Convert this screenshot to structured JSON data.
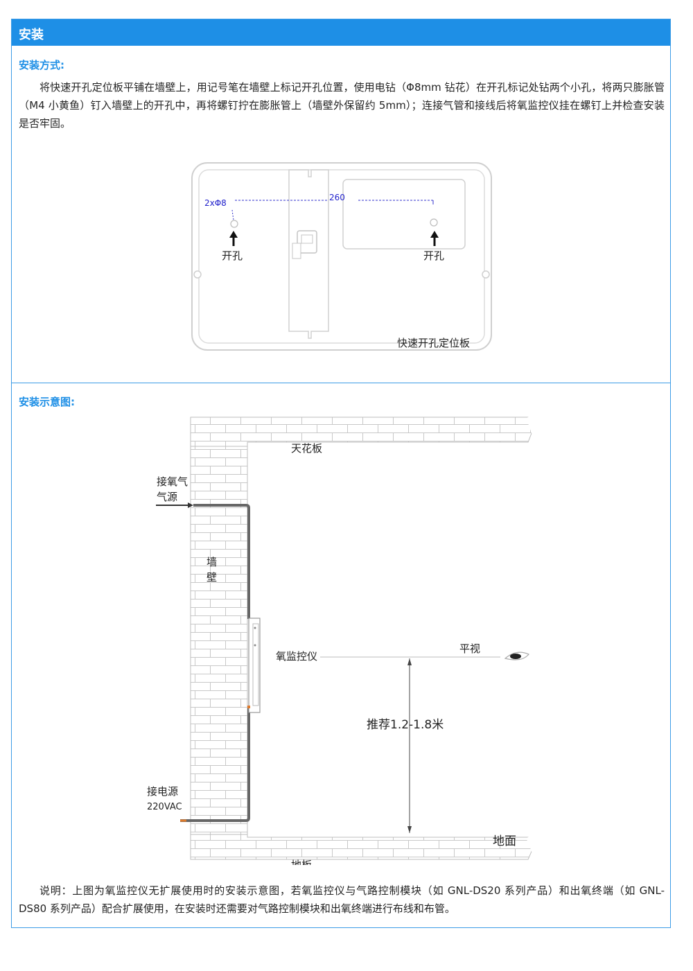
{
  "header": {
    "title": "安装"
  },
  "method": {
    "heading": "安装方式:",
    "text": "将快速开孔定位板平铺在墙壁上，用记号笔在墙壁上标记开孔位置，使用电钻（Φ8mm 钻花）在开孔标记处钻两个小孔，将两只膨胀管（M4 小黄鱼）钉入墙壁上的开孔中，再将螺钉拧在膨胀管上（墙壁外保留约 5mm）；连接气管和接线后将氧监控仪挂在螺钉上并检查安装是否牢固。"
  },
  "template": {
    "hole_spec": "2xΦ8",
    "spacing": "260",
    "hole_left_label": "开孔",
    "hole_right_label": "开孔",
    "board_label": "快速开孔定位板"
  },
  "diagram": {
    "heading": "安装示意图:",
    "ceiling": "天花板",
    "gas_source_line1": "接氧气",
    "gas_source_line2": "气源",
    "wall_line1": "墙",
    "wall_line2": "壁",
    "device": "氧监控仪",
    "eye_level": "平视",
    "height_recommend": "推荐1.2-1.8米",
    "ground": "地面",
    "power_line1": "接电源",
    "power_line2": "220VAC",
    "floor": "地板"
  },
  "note": {
    "text": "说明：上图为氧监控仪无扩展使用时的安装示意图，若氧监控仪与气路控制模块（如 GNL-DS20 系列产品）和出氧终端（如 GNL-DS80 系列产品）配合扩展使用，在安装时还需要对气路控制模块和出氧终端进行布线和布管。"
  },
  "colors": {
    "accent": "#1e8fe6",
    "dimension": "#2222cc",
    "brick": "#c8c8c8",
    "pipe": "#666666"
  }
}
